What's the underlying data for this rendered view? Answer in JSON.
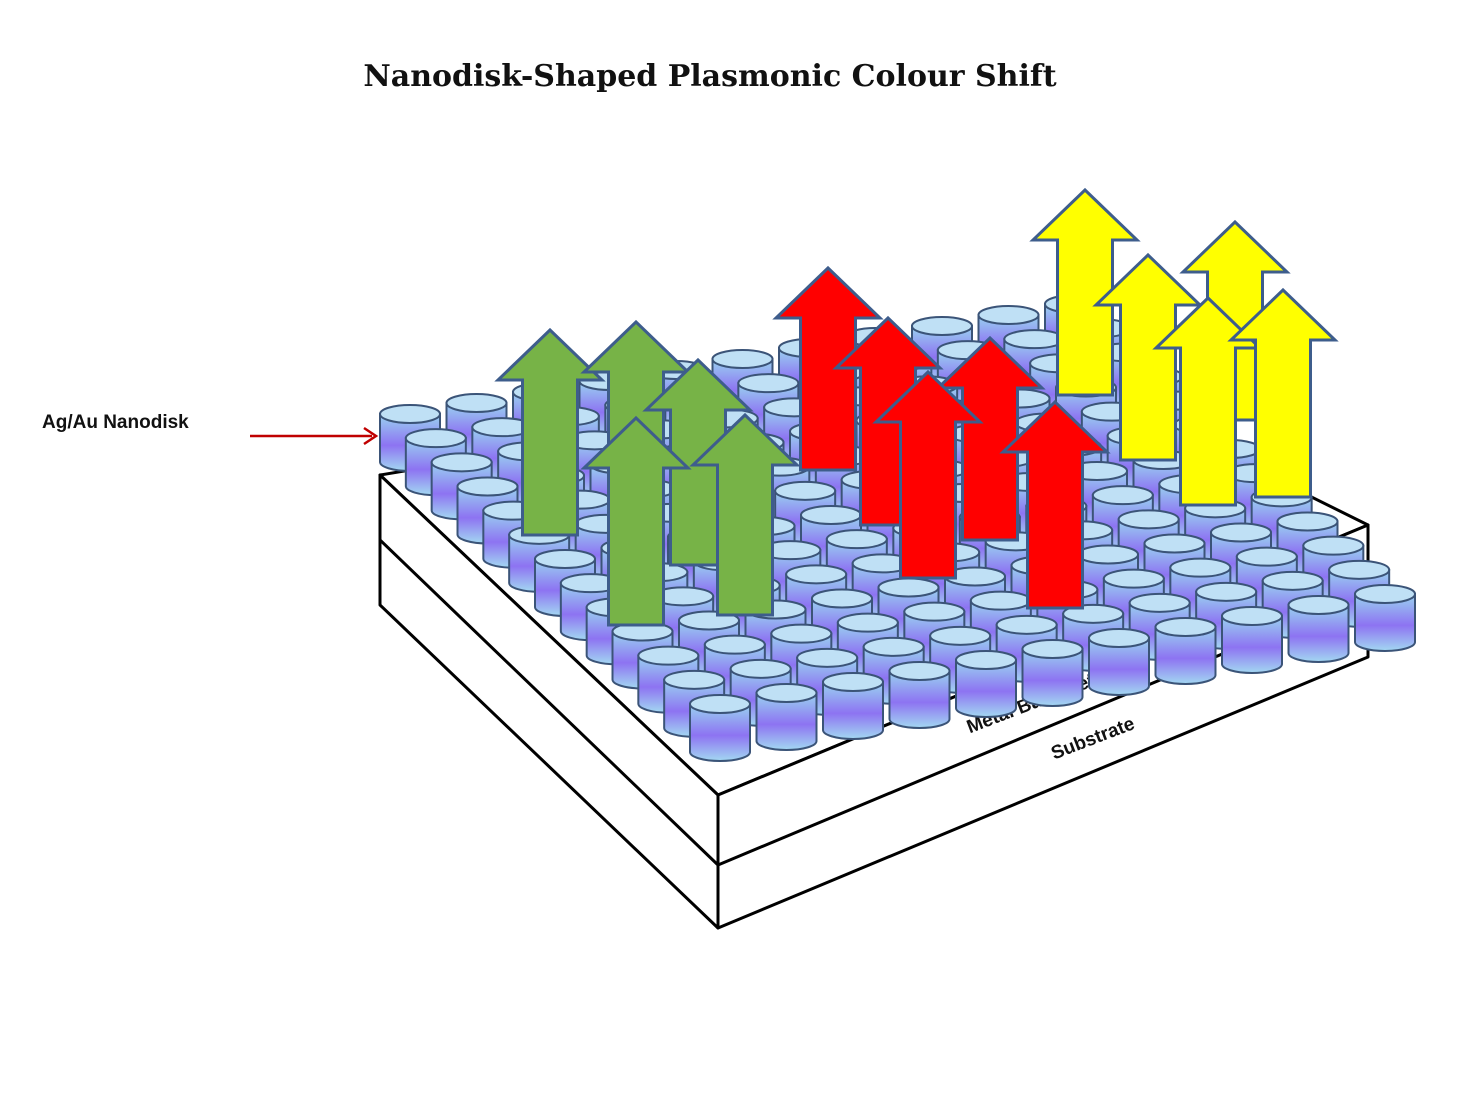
{
  "title": "Nanodisk-Shaped Plasmonic Colour Shift",
  "labels": {
    "nanodisk": "Ag/Au  Nanodisk",
    "reflector": "Metal Back Reflector",
    "substrate": "Substrate"
  },
  "colors": {
    "green_arrow": "#77b347",
    "red_arrow": "#ff0000",
    "yellow_arrow": "#ffff00",
    "arrow_outline": "#3e5d8c",
    "pointer_arrow": "#c00000",
    "disk_top": "#bfe0f5",
    "disk_side_light": "#9ad3f0",
    "disk_side_mid": "#8d73f2",
    "disk_outline": "#3b5478"
  },
  "icons": {
    "pointer": "arrow-right-icon",
    "light_arrow": "arrow-up-icon",
    "disk": "cylinder-icon"
  }
}
